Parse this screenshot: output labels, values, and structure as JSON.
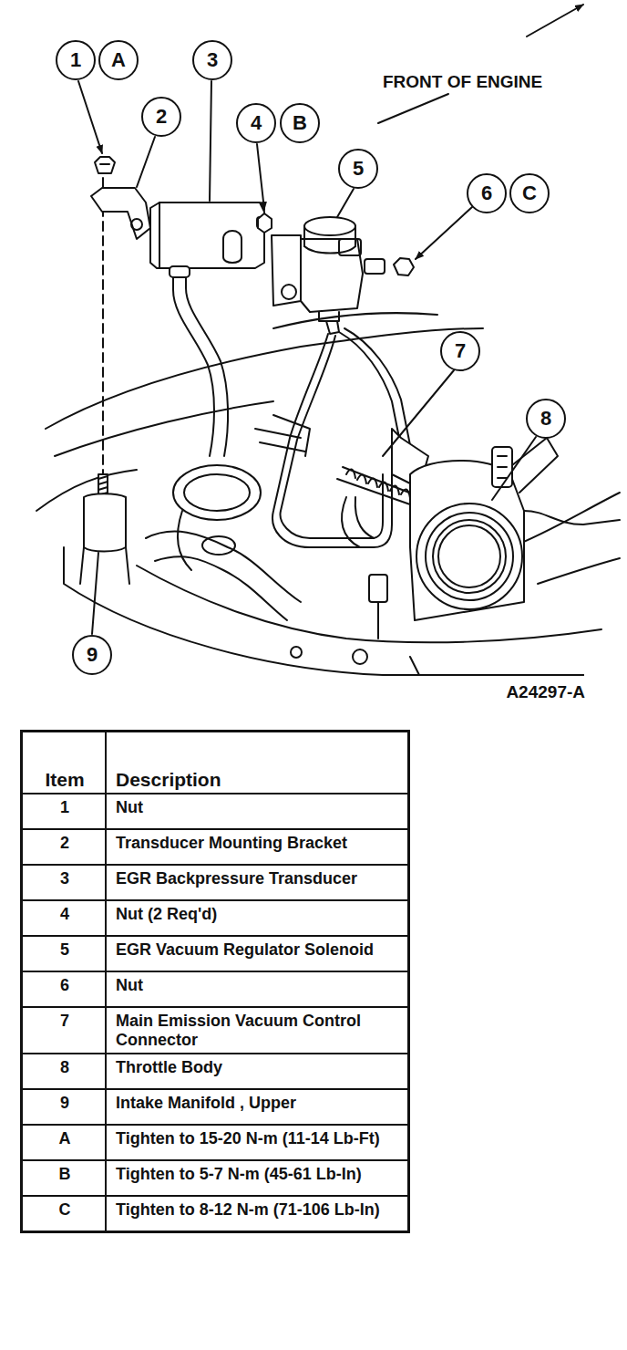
{
  "diagram": {
    "nodes": [
      {
        "text": [
          "1"
        ]
      },
      {
        "text": [
          "A"
        ]
      },
      {
        "text": [
          "3"
        ]
      },
      {
        "text": [
          "2"
        ]
      },
      {
        "text": [
          "4"
        ]
      },
      {
        "text": [
          "B"
        ]
      },
      {
        "text": [
          "5"
        ]
      },
      {
        "text": [
          "6"
        ]
      },
      {
        "text": [
          "C"
        ]
      },
      {
        "text": [
          "7"
        ]
      },
      {
        "text": [
          "8"
        ]
      },
      {
        "text": [
          "9"
        ]
      }
    ],
    "labels": [
      "FRONT OF ENGINE",
      "A24297-A",
      "Item",
      "Description",
      "1",
      "Nut",
      "2",
      "Transducer Mounting Bracket",
      "3",
      "EGR Backpressure Transducer",
      "4",
      "Nut (2 Req'd)",
      "5",
      "EGR Vacuum Regulator Solenoid",
      "6",
      "Nut",
      "7",
      "Main Emission Vacuum Control Connector",
      "8",
      "Throttle Body",
      "9",
      "Intake Manifold , Upper",
      "A",
      "Tighten to 15-20 N-m (11-14 Lb-Ft)",
      "B",
      "Tighten to 5-7 N-m (45-61 Lb-In)",
      "C",
      "Tighten to 8-12 N-m (71-106 Lb-In)"
    ]
  }
}
